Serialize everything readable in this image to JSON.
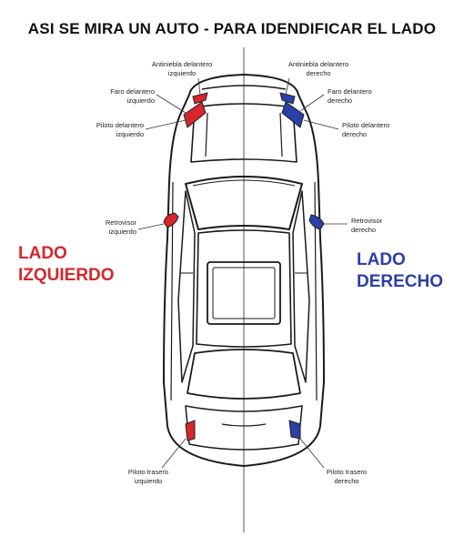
{
  "title": "ASI SE MIRA UN AUTO - PARA IDENDIFICAR EL LADO",
  "left_side": {
    "line1": "LADO",
    "line2": "IZQUIERDO",
    "color": "#d6262b"
  },
  "right_side": {
    "line1": "LADO",
    "line2": "DERECHO",
    "color": "#2b3fa8"
  },
  "labels": {
    "fog_left": [
      "Antiniebla delantero",
      "izquierdo"
    ],
    "fog_right": [
      "Antiniebla delantero",
      "derecho"
    ],
    "head_left": [
      "Faro delantero",
      "izquierdo"
    ],
    "head_right": [
      "Faro delantero",
      "derecho"
    ],
    "pilot_front_left": [
      "Piloto delantero",
      "izquierdo"
    ],
    "pilot_front_right": [
      "Piloto delantero",
      "derecho"
    ],
    "mirror_left": [
      "Retrovisor",
      "izquierdo"
    ],
    "mirror_right": [
      "Retrovisor",
      "derecho"
    ],
    "rear_left": [
      "Piloto trasero",
      "izquierdo"
    ],
    "rear_right": [
      "Piloto trasero",
      "derecho"
    ]
  }
}
